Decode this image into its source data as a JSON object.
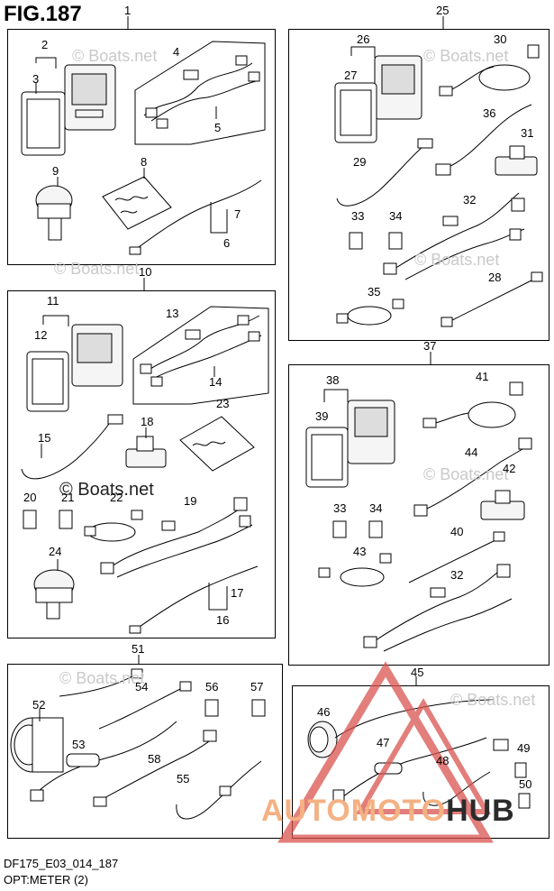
{
  "figure_title": "FIG.187",
  "footer": {
    "code": "DF175_E03_014_187",
    "description": "OPT:METER (2)"
  },
  "watermarks": {
    "site": "© Boats.net",
    "brand_a": "AUTOMOTO",
    "brand_b": "HUB"
  },
  "colors": {
    "line": "#000000",
    "watermark_red": "#d9534f",
    "brand_orange": "#f4b183"
  },
  "callouts": {
    "c1": "1",
    "c2": "2",
    "c3": "3",
    "c4": "4",
    "c5": "5",
    "c6": "6",
    "c7": "7",
    "c8": "8",
    "c9": "9",
    "c10": "10",
    "c11": "11",
    "c12": "12",
    "c13": "13",
    "c14": "14",
    "c15": "15",
    "c16": "16",
    "c17": "17",
    "c18": "18",
    "c19": "19",
    "c20": "20",
    "c21": "21",
    "c22": "22",
    "c23": "23",
    "c24": "24",
    "c25": "25",
    "c26": "26",
    "c27": "27",
    "c28": "28",
    "c29": "29",
    "c30": "30",
    "c31": "31",
    "c32": "32",
    "c33": "33",
    "c34": "34",
    "c35": "35",
    "c36": "36",
    "c37": "37",
    "c38": "38",
    "c39": "39",
    "c40": "40",
    "c41": "41",
    "c42": "42",
    "c43": "43",
    "c44": "44",
    "c32b": "32",
    "c33b": "33",
    "c34b": "34",
    "c45": "45",
    "c46": "46",
    "c47": "47",
    "c48": "48",
    "c49": "49",
    "c50": "50",
    "c51": "51",
    "c52": "52",
    "c53": "53",
    "c54": "54",
    "c55": "55",
    "c56": "56",
    "c57": "57",
    "c58": "58"
  }
}
